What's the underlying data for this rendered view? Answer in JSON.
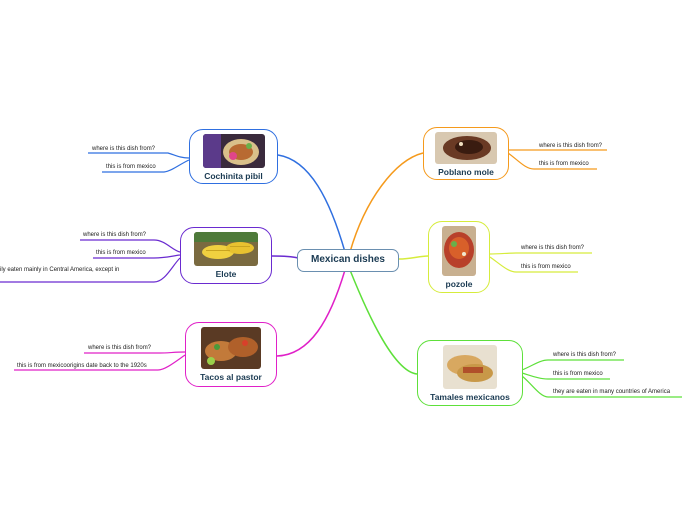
{
  "central": {
    "label": "Mexican dishes"
  },
  "colors": {
    "cochinita": "#2f6fe0",
    "elote": "#6a2bd0",
    "tacos": "#e020c8",
    "poblano": "#f59a1c",
    "pozole": "#d6ec3c",
    "tamales": "#5ee03a"
  },
  "topics": {
    "cochinita": {
      "title": "Cochinita pibil",
      "image": "cochinita-pibil-photo",
      "notes": [
        "where is this dish from?",
        "this is from mexico"
      ]
    },
    "elote": {
      "title": "Elote",
      "image": "elote-photo",
      "notes": [
        "where is this dish from?",
        "this is from mexico",
        "ily eaten mainly in Central America, except in"
      ]
    },
    "tacos": {
      "title": "Tacos al pastor",
      "image": "tacos-al-pastor-photo",
      "notes": [
        "where is this dish from?",
        "this is from mexicoorigins date back to the 1920s"
      ]
    },
    "poblano": {
      "title": "Poblano mole",
      "image": "poblano-mole-photo",
      "notes": [
        "where is this dish from?",
        "this is from mexico"
      ]
    },
    "pozole": {
      "title": "pozole",
      "image": "pozole-photo",
      "notes": [
        "where is this dish from?",
        "this is from mexico"
      ]
    },
    "tamales": {
      "title": "Tamales mexicanos",
      "image": "tamales-photo",
      "notes": [
        "where is this dish from?",
        "this is from mexico",
        "they are eaten in many countries of America"
      ]
    }
  }
}
